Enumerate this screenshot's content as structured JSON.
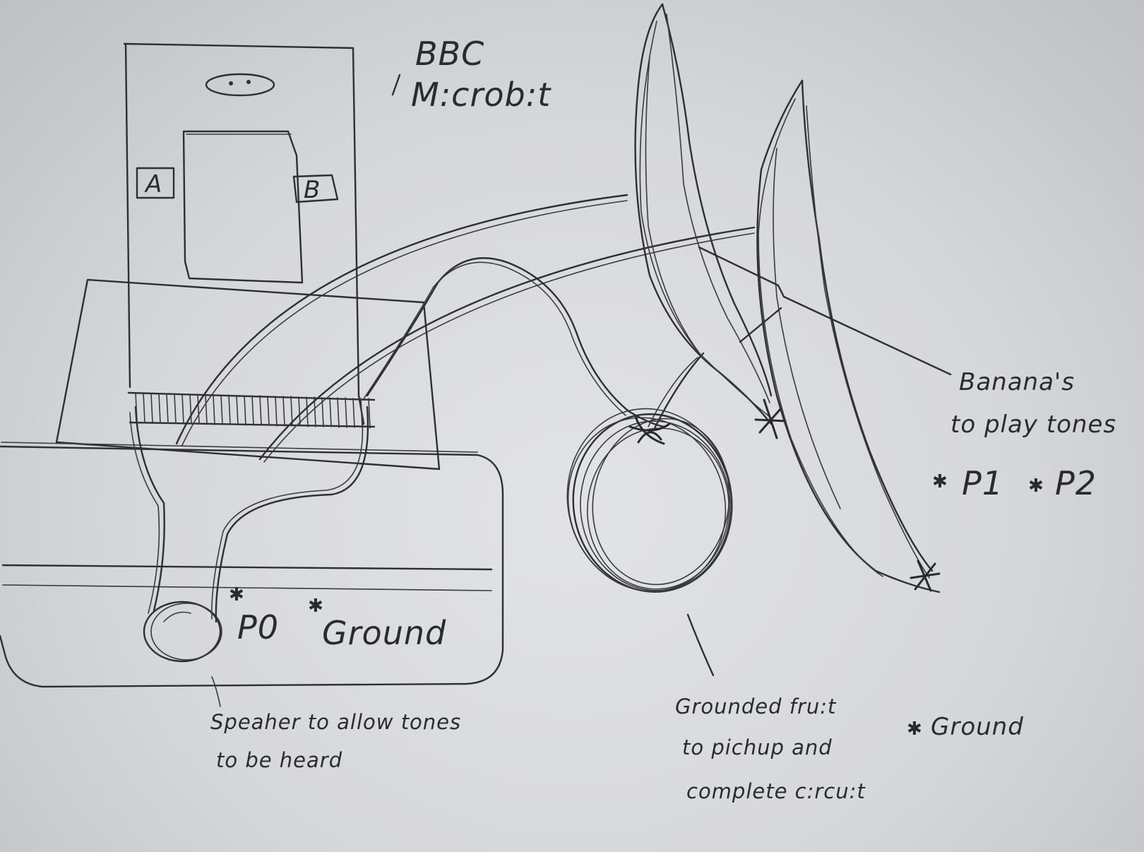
{
  "labels": {
    "microbit_line1": "BBC",
    "microbit_line2": "M:crob:t",
    "button_a": "A",
    "button_b": "B",
    "p0": "P0",
    "ground_board": "Ground",
    "speaker_line1": "Speaher to allow tones",
    "speaker_line2": "to be heard",
    "bananas_line1": "Banana's",
    "bananas_line2": "to play tones",
    "p1": "P1",
    "p2": "P2",
    "grounded_line1": "Grounded fru:t",
    "grounded_line2": "to pichup and",
    "grounded_line3": "complete c:rcu:t",
    "ground_fruit": "Ground",
    "star_symbol": "✱"
  }
}
